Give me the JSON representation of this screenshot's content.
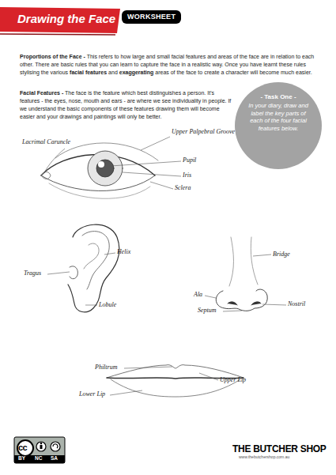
{
  "diagram": {
    "title": "Drawing the Face",
    "nodes": [
      {
        "text": [
          "WORKSHEET"
        ]
      },
      {
        "text": [
          "- Task One -",
          "In your diary, draw and label the key parts of each of the four facial features below."
        ]
      }
    ],
    "labels": [
      "Proportions of the Face -",
      "This refers to how large and small facial features and areas of the face are in relation to each other. There are basic rules that you can learn to capture the face in a realistic way. Once you have learnt these rules stylising the various",
      "facial features",
      "and",
      "exaggerating",
      "areas of the face to create a character will become much easier.",
      "Facial Features -",
      "The face is the feature which best distinguishes a person. It's features - the eyes, nose, mouth and ears - are where we see individuality in people. If we understand the basic components of these features drawing them will become easier and your drawings and paintings will only be better.",
      "Lacrimal Caruncle",
      "Upper Palpebral Groove",
      "Pupil",
      "Iris",
      "Sclera",
      "Helix",
      "Tragus",
      "Lobule",
      "Bridge",
      "Ala",
      "Nostril",
      "Septum",
      "Philtrum",
      "Upper Lip",
      "Lower Lip",
      "cc",
      "BY",
      "NC",
      "SA",
      "THE BUTCHER SHOP",
      "www.thebutchershop.com.au"
    ]
  }
}
